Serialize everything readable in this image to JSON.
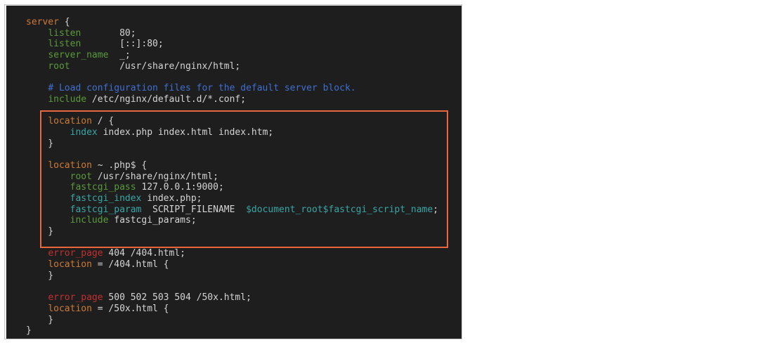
{
  "colors": {
    "background": "#1e1e1e",
    "default_text": "#d4d4d4",
    "directive_orange": "#ce7b32",
    "directive_green": "#5a9a3a",
    "directive_teal": "#3aa5a5",
    "directive_red": "#c03030",
    "comment_blue": "#3f6fd0",
    "highlight_border": "#e8673f"
  },
  "code_lines": [
    [
      {
        "t": "server",
        "c": "directive_orange"
      },
      {
        "t": " {",
        "c": "default_text"
      }
    ],
    [
      {
        "t": "    ",
        "c": "default_text"
      },
      {
        "t": "listen",
        "c": "directive_green"
      },
      {
        "t": "       80;",
        "c": "default_text"
      }
    ],
    [
      {
        "t": "    ",
        "c": "default_text"
      },
      {
        "t": "listen",
        "c": "directive_green"
      },
      {
        "t": "       [::]:80;",
        "c": "default_text"
      }
    ],
    [
      {
        "t": "    ",
        "c": "default_text"
      },
      {
        "t": "server_name",
        "c": "directive_green"
      },
      {
        "t": "  _;",
        "c": "default_text"
      }
    ],
    [
      {
        "t": "    ",
        "c": "default_text"
      },
      {
        "t": "root",
        "c": "directive_green"
      },
      {
        "t": "         /usr/share/nginx/html;",
        "c": "default_text"
      }
    ],
    [],
    [
      {
        "t": "    ",
        "c": "default_text"
      },
      {
        "t": "# Load configuration files for the default server block.",
        "c": "comment_blue"
      }
    ],
    [
      {
        "t": "    ",
        "c": "default_text"
      },
      {
        "t": "include",
        "c": "directive_green"
      },
      {
        "t": " /etc/nginx/default.d/*.conf;",
        "c": "default_text"
      }
    ],
    [],
    [
      {
        "t": "    ",
        "c": "default_text"
      },
      {
        "t": "location",
        "c": "directive_orange"
      },
      {
        "t": " / {",
        "c": "default_text"
      }
    ],
    [
      {
        "t": "        ",
        "c": "default_text"
      },
      {
        "t": "index",
        "c": "directive_teal"
      },
      {
        "t": " index.php index.html index.htm;",
        "c": "default_text"
      }
    ],
    [
      {
        "t": "    }",
        "c": "default_text"
      }
    ],
    [],
    [
      {
        "t": "    ",
        "c": "default_text"
      },
      {
        "t": "location",
        "c": "directive_orange"
      },
      {
        "t": " ~ .php$ {",
        "c": "default_text"
      }
    ],
    [
      {
        "t": "        ",
        "c": "default_text"
      },
      {
        "t": "root",
        "c": "directive_green"
      },
      {
        "t": " /usr/share/nginx/html;",
        "c": "default_text"
      }
    ],
    [
      {
        "t": "        ",
        "c": "default_text"
      },
      {
        "t": "fastcgi_pass",
        "c": "directive_green"
      },
      {
        "t": " 127.0.0.1:9000;",
        "c": "default_text"
      }
    ],
    [
      {
        "t": "        ",
        "c": "default_text"
      },
      {
        "t": "fastcgi_index",
        "c": "directive_teal"
      },
      {
        "t": " index.php;",
        "c": "default_text"
      }
    ],
    [
      {
        "t": "        ",
        "c": "default_text"
      },
      {
        "t": "fastcgi_param",
        "c": "directive_teal"
      },
      {
        "t": "  SCRIPT_FILENAME  ",
        "c": "default_text"
      },
      {
        "t": "$document_root$fastcgi_script_name",
        "c": "directive_teal"
      },
      {
        "t": ";",
        "c": "default_text"
      }
    ],
    [
      {
        "t": "        ",
        "c": "default_text"
      },
      {
        "t": "include",
        "c": "directive_green"
      },
      {
        "t": " fastcgi_params;",
        "c": "default_text"
      }
    ],
    [
      {
        "t": "    }",
        "c": "default_text"
      }
    ],
    [],
    [
      {
        "t": "    ",
        "c": "default_text"
      },
      {
        "t": "error_page",
        "c": "directive_red"
      },
      {
        "t": " 404 /404.html;",
        "c": "default_text"
      }
    ],
    [
      {
        "t": "    ",
        "c": "default_text"
      },
      {
        "t": "location",
        "c": "directive_orange"
      },
      {
        "t": " = /404.html {",
        "c": "default_text"
      }
    ],
    [
      {
        "t": "    }",
        "c": "default_text"
      }
    ],
    [],
    [
      {
        "t": "    ",
        "c": "default_text"
      },
      {
        "t": "error_page",
        "c": "directive_red"
      },
      {
        "t": " 500 502 503 504 /50x.html;",
        "c": "default_text"
      }
    ],
    [
      {
        "t": "    ",
        "c": "default_text"
      },
      {
        "t": "location",
        "c": "directive_orange"
      },
      {
        "t": " = /50x.html {",
        "c": "default_text"
      }
    ],
    [
      {
        "t": "    }",
        "c": "default_text"
      }
    ],
    [
      {
        "t": "}",
        "c": "default_text"
      }
    ]
  ]
}
